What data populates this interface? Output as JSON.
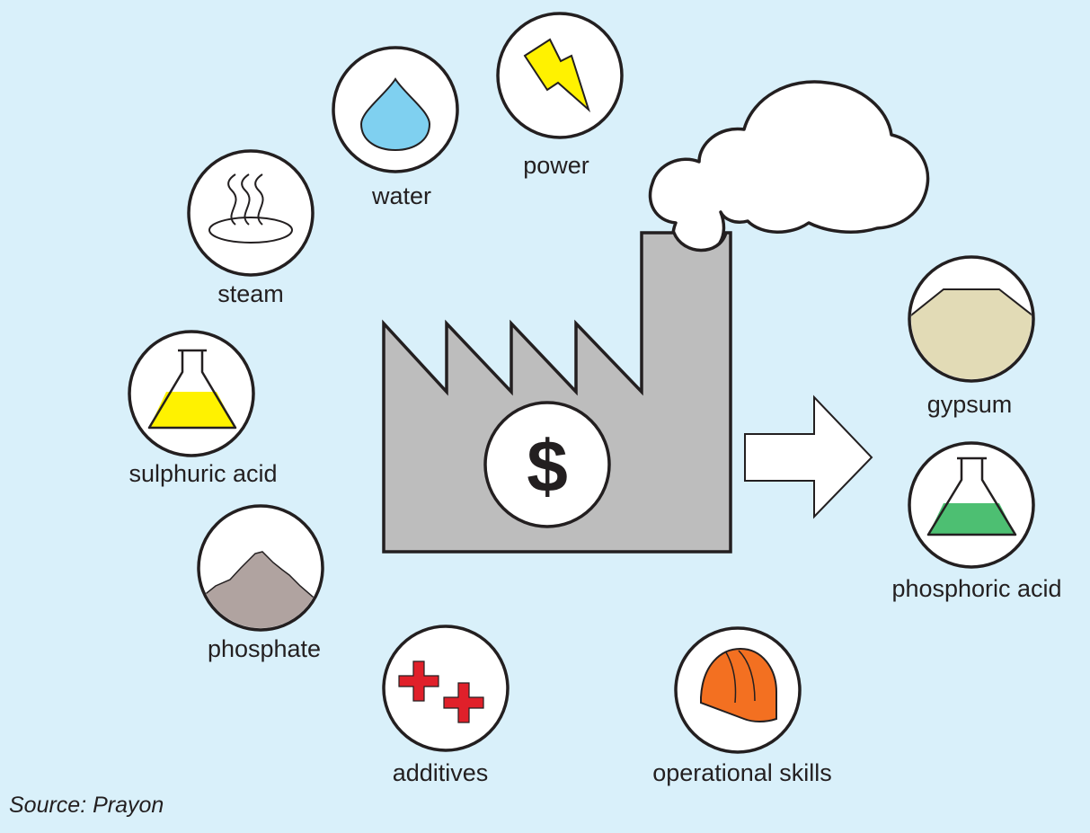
{
  "inputs": [
    {
      "id": "steam",
      "label": "steam",
      "icon": "steam-icon"
    },
    {
      "id": "water",
      "label": "water",
      "icon": "water-drop-icon"
    },
    {
      "id": "power",
      "label": "power",
      "icon": "lightning-bolt-icon"
    },
    {
      "id": "sulphuric-acid",
      "label": "sulphuric acid",
      "icon": "flask-icon"
    },
    {
      "id": "phosphate",
      "label": "phosphate",
      "icon": "rock-pile-icon"
    },
    {
      "id": "additives",
      "label": "additives",
      "icon": "plus-signs-icon"
    },
    {
      "id": "operational-skills",
      "label": "operational skills",
      "icon": "hard-hat-icon"
    }
  ],
  "outputs": [
    {
      "id": "gypsum",
      "label": "gypsum",
      "icon": "gypsum-pile-icon"
    },
    {
      "id": "phosphoric-acid",
      "label": "phosphoric acid",
      "icon": "flask-icon"
    }
  ],
  "factory": {
    "symbol": "$"
  },
  "source": "Source: Prayon",
  "colors": {
    "background": "#d9f0fa",
    "factory": "#bdbdbd",
    "water": "#7fd0f0",
    "power": "#fff200",
    "sulphuric_acid": "#fff200",
    "phosphoric_acid": "#4dbf72",
    "phosphate": "#b0a3a0",
    "gypsum": "#e2dbb6",
    "additives": "#e0202a",
    "hard_hat": "#f37021"
  }
}
